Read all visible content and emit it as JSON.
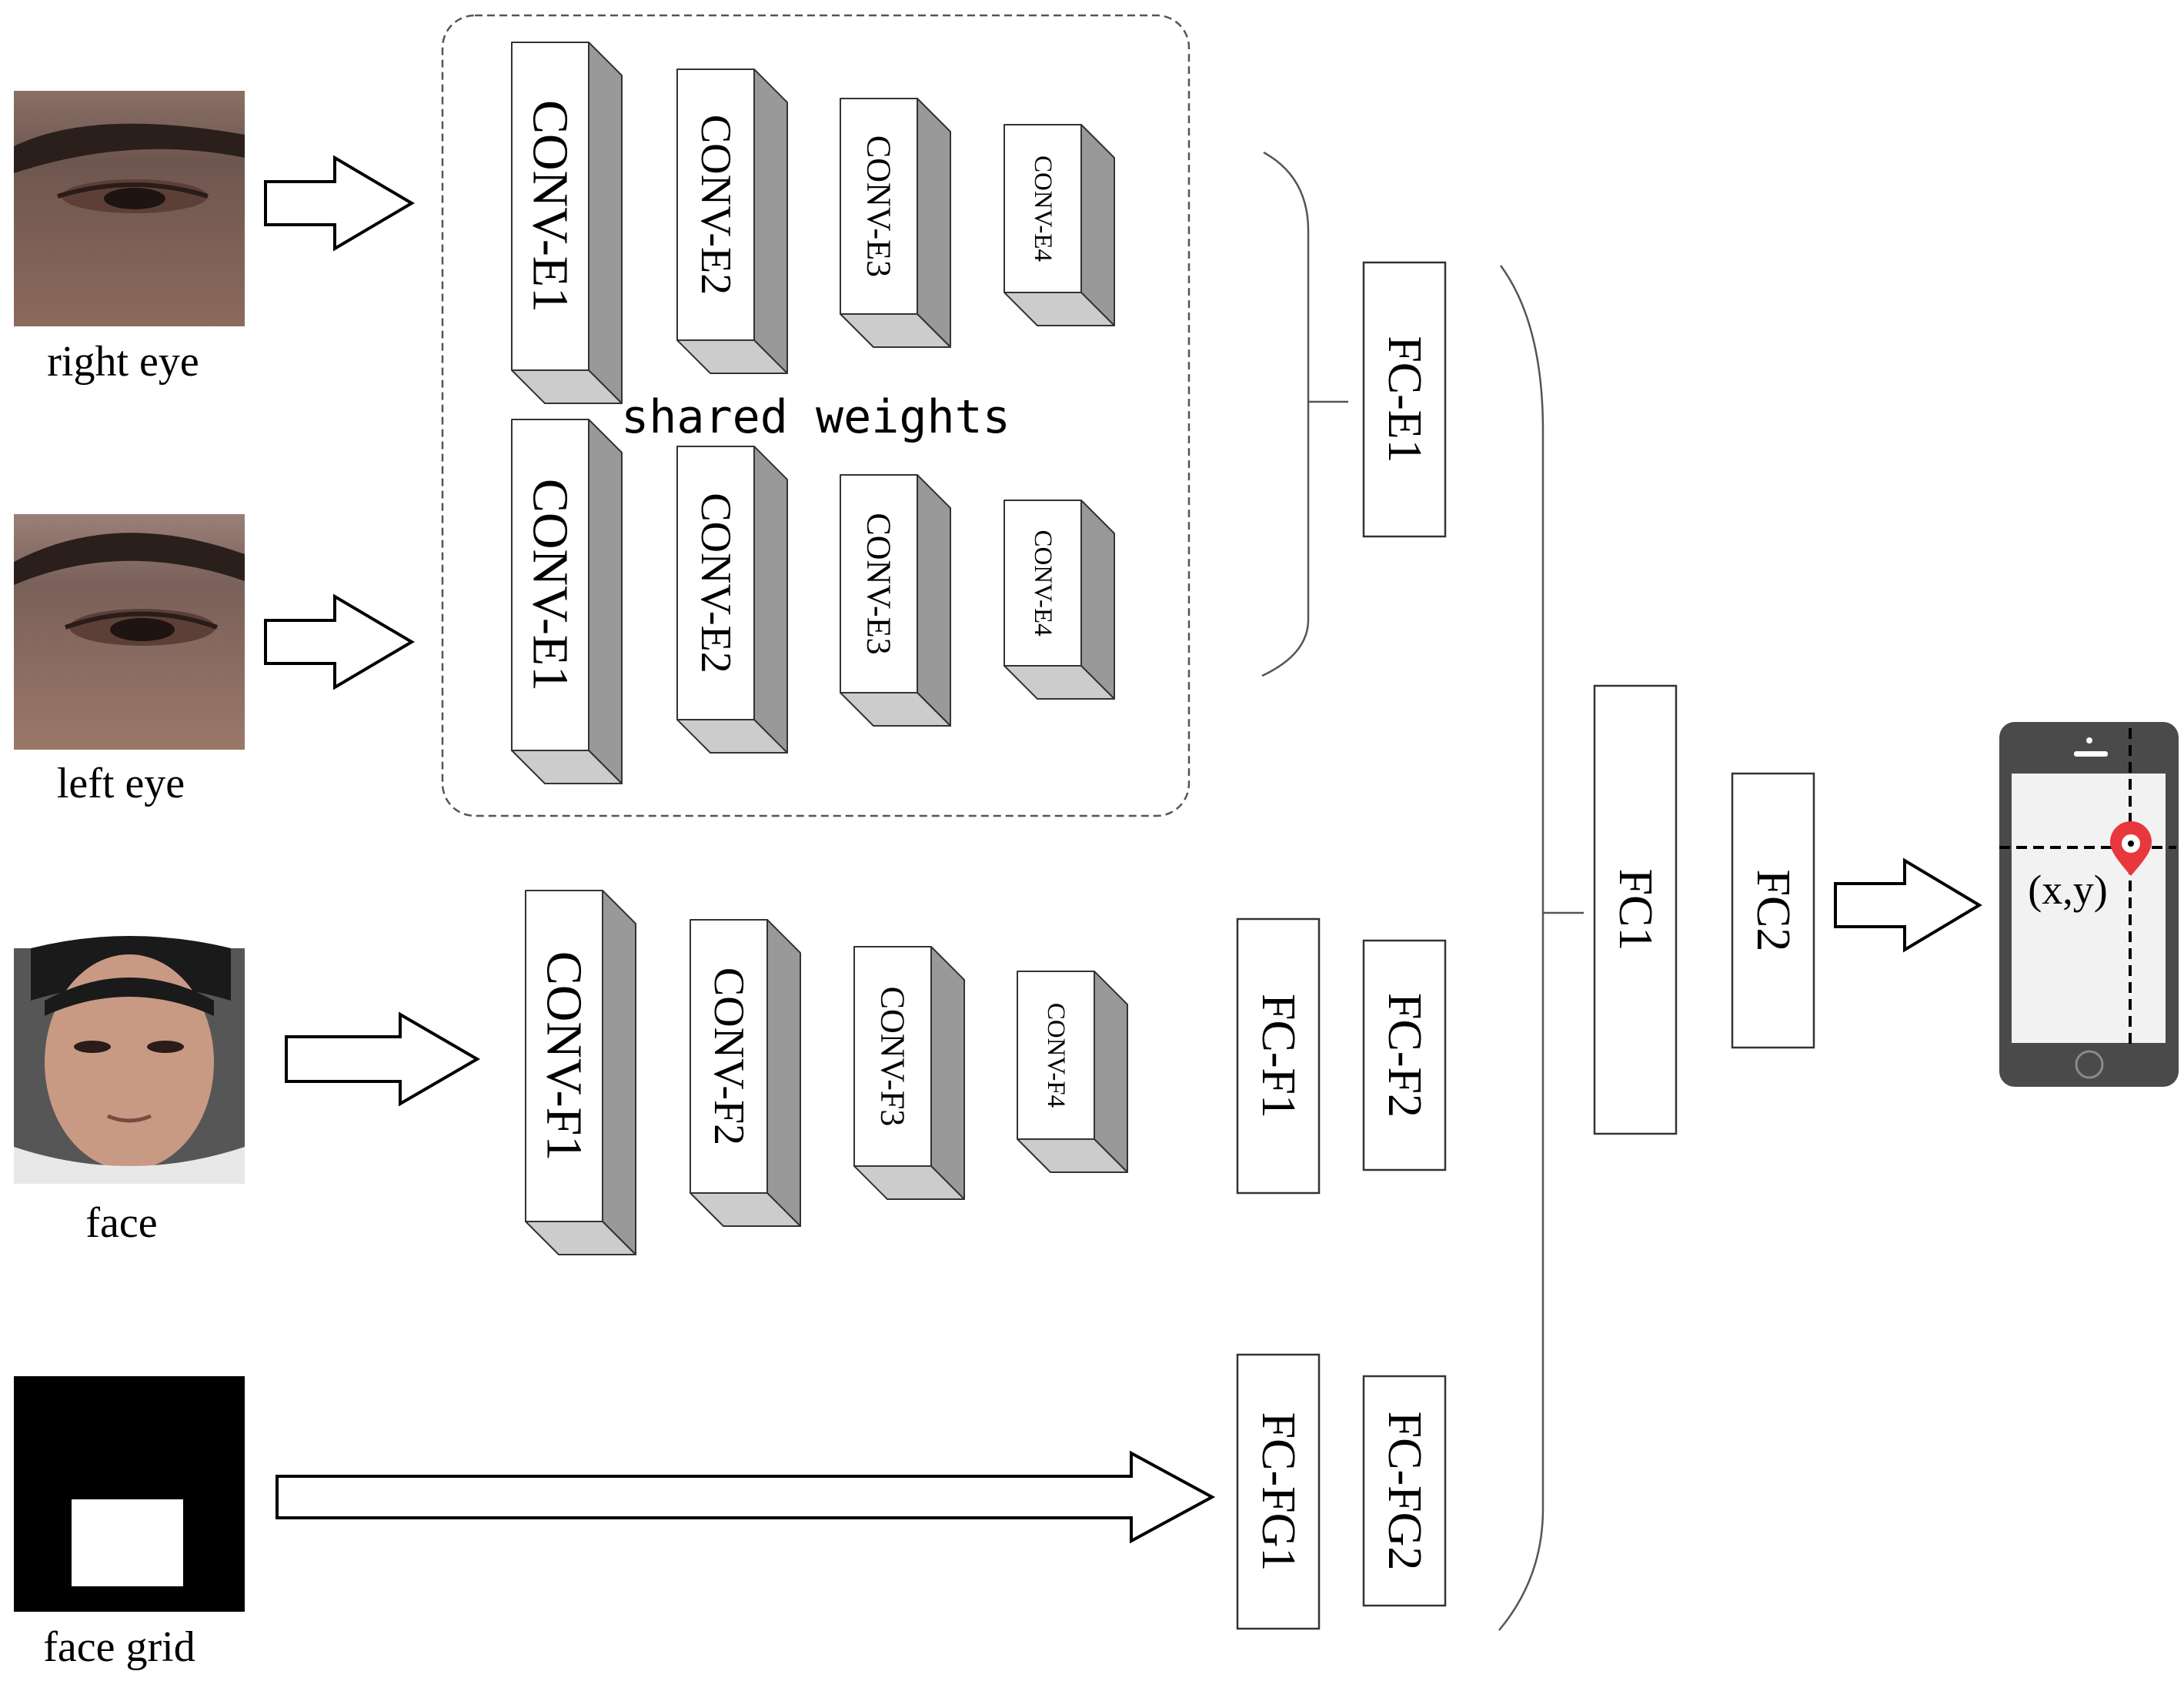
{
  "inputs": {
    "right_eye": "right eye",
    "left_eye": "left eye",
    "face": "face",
    "face_grid": "face grid"
  },
  "shared_weights": "shared weights",
  "eye_blocks": [
    "CONV-E1",
    "CONV-E2",
    "CONV-E3",
    "CONV-E4"
  ],
  "face_blocks": [
    "CONV-F1",
    "CONV-F2",
    "CONV-F3",
    "CONV-F4"
  ],
  "fc": {
    "e1": "FC-E1",
    "f1": "FC-F1",
    "f2": "FC-F2",
    "fg1": "FC-FG1",
    "fg2": "FC-FG2",
    "fc1": "FC1",
    "fc2": "FC2"
  },
  "output": "(x,y)",
  "colors": {
    "block_front": "#ffffff",
    "block_side": "#999999",
    "block_top": "#cccccc",
    "phone_body": "#4a4a4a",
    "phone_screen": "#f2f2f2",
    "marker": "#e8383d"
  }
}
